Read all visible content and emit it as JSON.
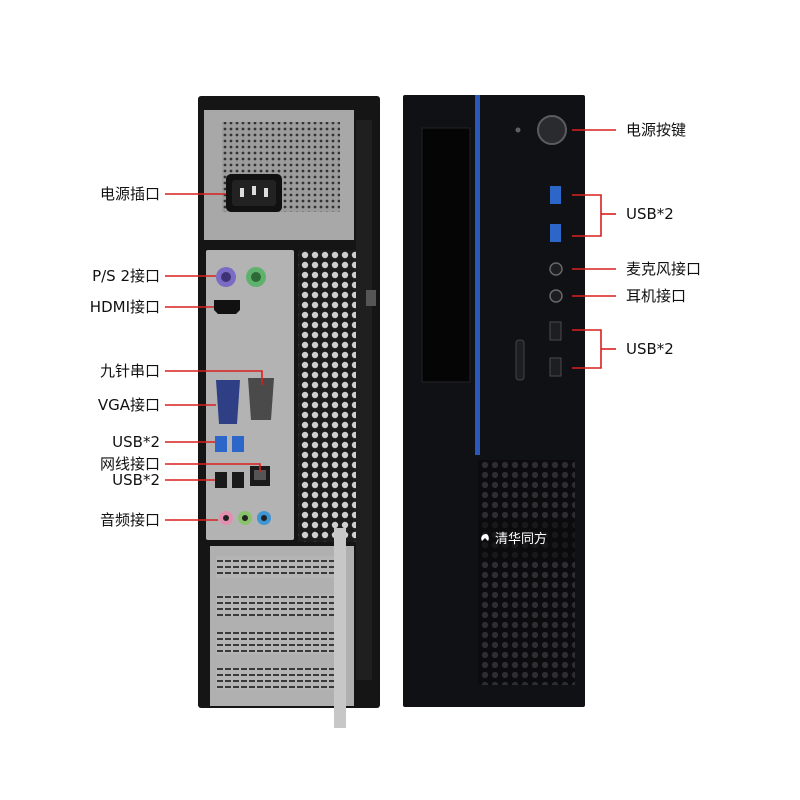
{
  "back_labels": [
    "电源插口",
    "P/S 2接口",
    "HDMI接口",
    "九针串口",
    "VGA接口",
    "USB*2",
    "网线接口",
    "USB*2",
    "音频接口"
  ],
  "front_labels": [
    "电源按键",
    "USB*2",
    "麦克风接口",
    "耳机接口",
    "USB*2"
  ],
  "brand": "清华同方",
  "colors": {
    "callout": "#d9201f",
    "accent_blue": "#2a58b8",
    "chassis": "#141414",
    "metal": "#a9a9a9"
  }
}
